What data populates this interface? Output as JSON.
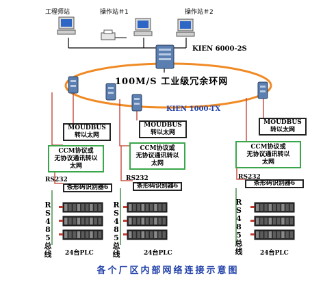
{
  "stations": {
    "engineer": "工程师站",
    "operator1": "操作站＃1",
    "operator2": "操作站＃2"
  },
  "switches": {
    "core": "KIEN 6000-2S",
    "ring": "KIEN 1000-TX"
  },
  "ring_label": "100M/S 工业级冗余环网",
  "columns": [
    {
      "moudbus": [
        "MOUDBUS",
        "转以太网"
      ],
      "ccm": [
        "CCM协议或",
        "无协议通讯转以",
        "太网"
      ],
      "rs232": "RS232",
      "barcode": "条形码识别器6",
      "rs485": "RS485总线",
      "plc": "24台PLC"
    },
    {
      "moudbus": [
        "MOUDBUS",
        "转以太网"
      ],
      "ccm": [
        "CCM协议或",
        "无协议通讯转以",
        "太网"
      ],
      "rs232": "RS232",
      "barcode": "条形码识别器6",
      "rs485": "RS485总线",
      "plc": "24台PLC"
    },
    {
      "moudbus": [
        "MOUDBUS",
        "转以太网"
      ],
      "ccm": [
        "CCM协议或",
        "无协议通讯转以",
        "太网"
      ],
      "rs232": "RS232",
      "barcode": "条形码识别器6",
      "rs485": "RS485总线",
      "plc": "24台PLC"
    }
  ],
  "caption": "各个厂区内部网络连接示意图",
  "colors": {
    "ring": "#f08a24",
    "box_border": "#222222",
    "green_border": "#3aa64a",
    "wire": "#c0392b",
    "bus_line": "#2e7d32",
    "caption": "#1f3fa8",
    "kien_label": "#1f3fa8"
  },
  "icons": [
    "desktop-computer-icon",
    "printer-icon",
    "ethernet-switch-icon",
    "plc-rack-icon"
  ]
}
